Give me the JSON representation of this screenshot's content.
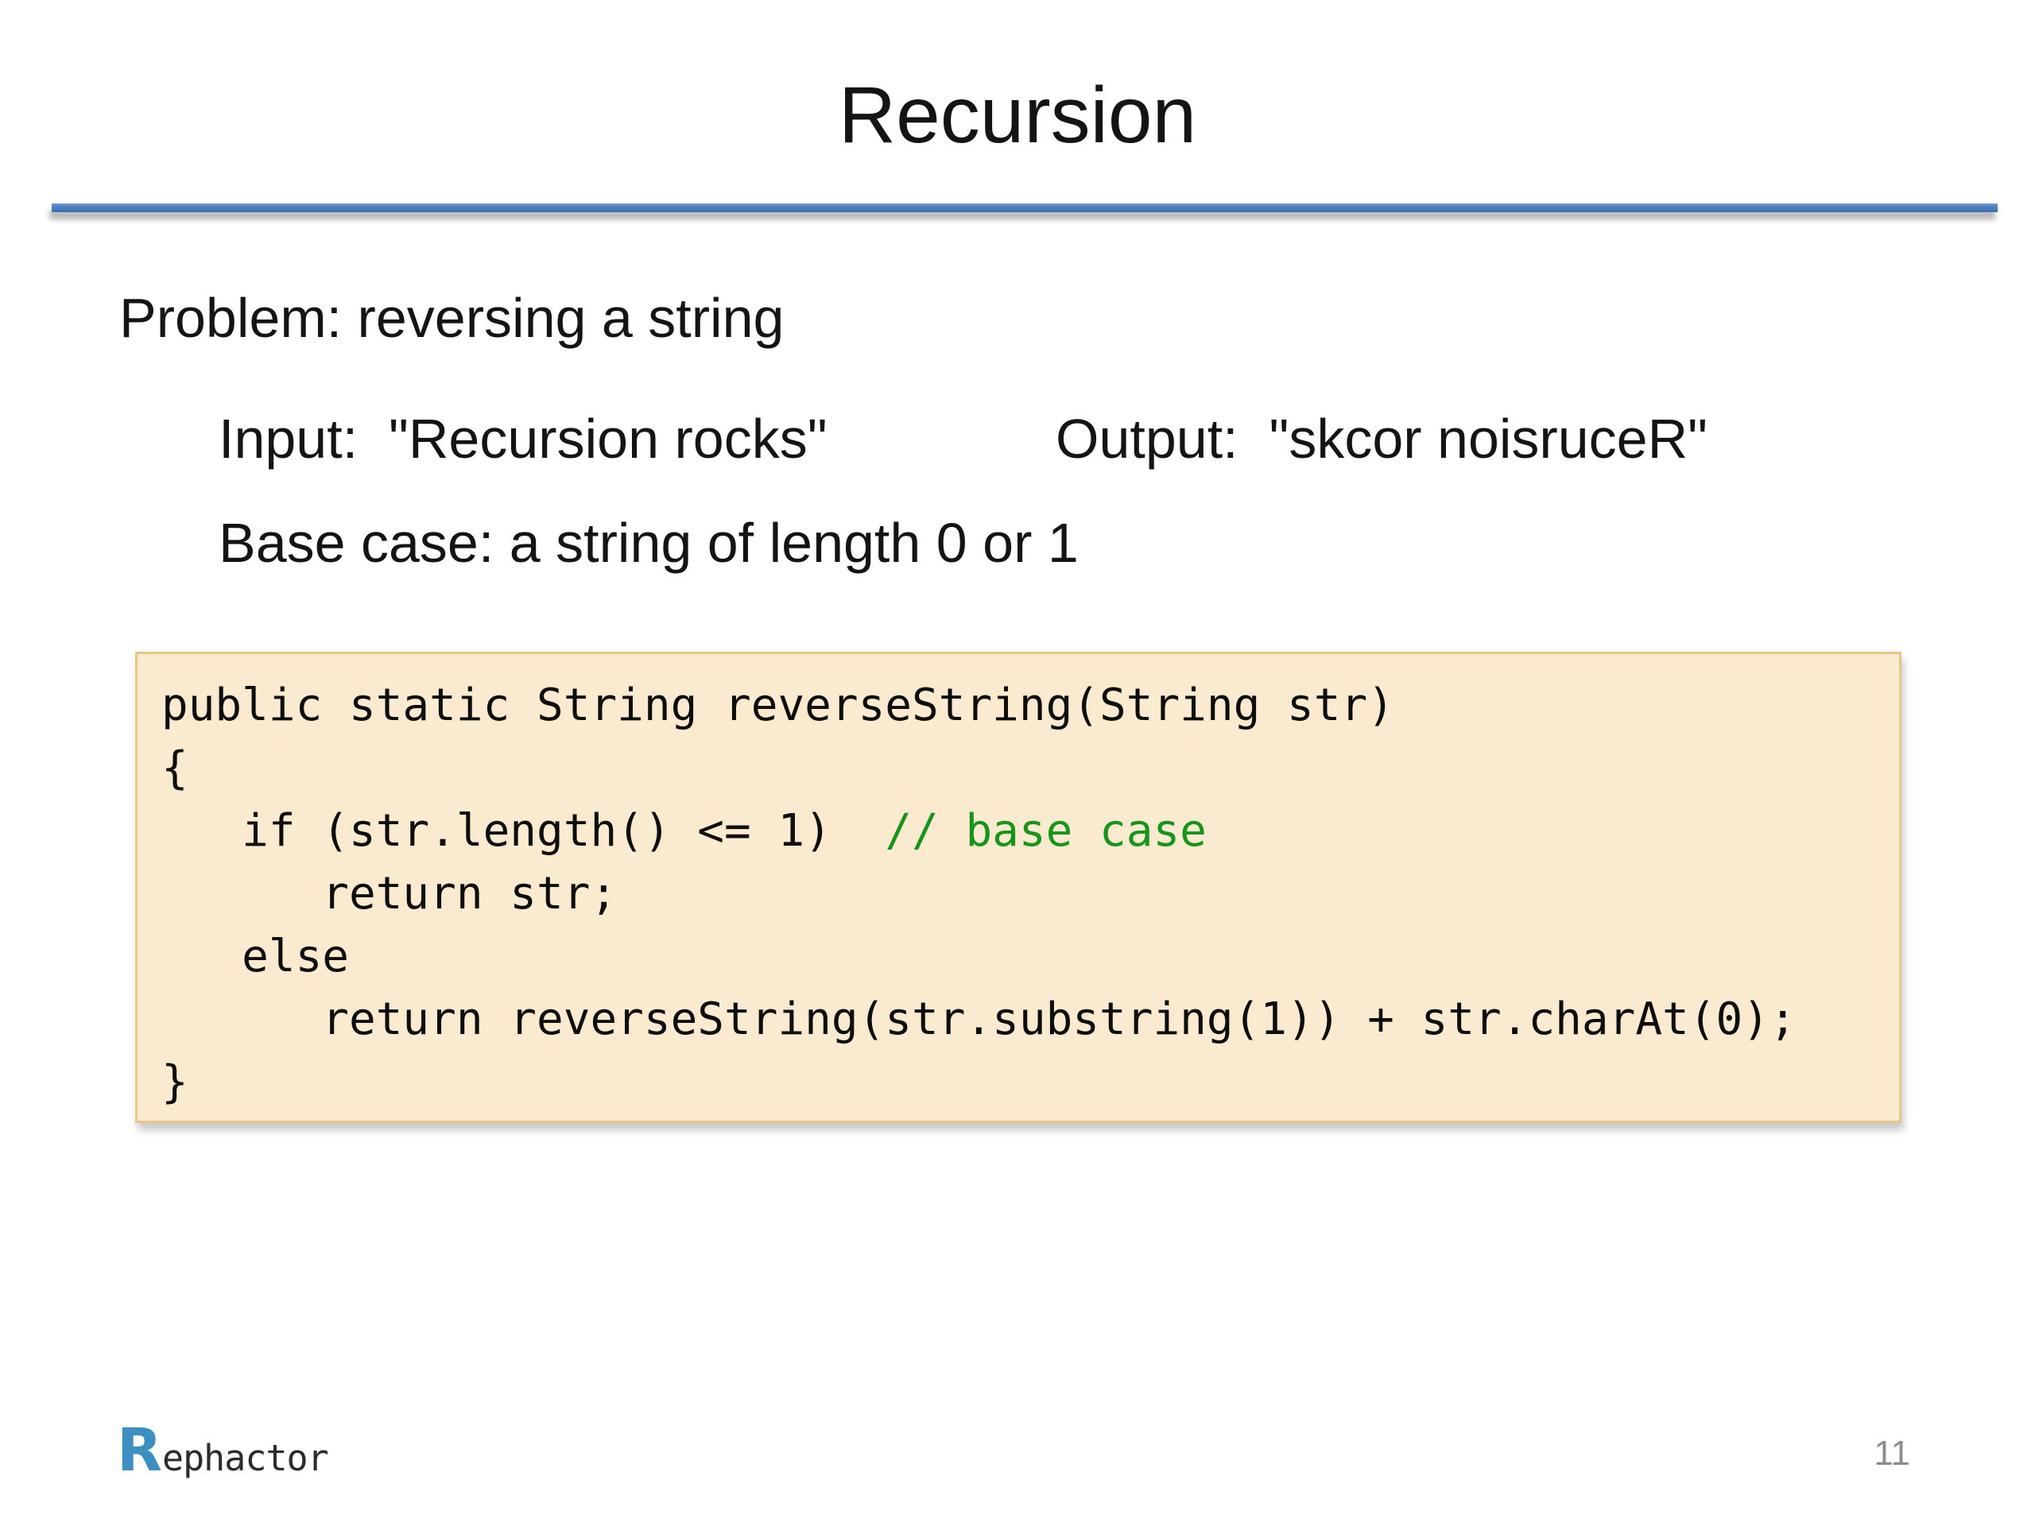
{
  "title": "Recursion",
  "problem_text": "Problem: reversing a string",
  "io": {
    "input": "Input:  \"Recursion rocks\"",
    "output": "Output:  \"skcor noisruceR\""
  },
  "base_case_text": "Base case: a string of length 0 or 1",
  "code": {
    "lines": [
      {
        "code": "public static String reverseString(String str)"
      },
      {
        "code": "{"
      },
      {
        "code": "   if (str.length() <= 1)  ",
        "comment": "// base case"
      },
      {
        "code": "      return str;"
      },
      {
        "code": "   else"
      },
      {
        "code": "      return reverseString(str.substring(1)) + str.charAt(0);"
      },
      {
        "code": "}"
      }
    ]
  },
  "footer": {
    "logo_initial": "R",
    "logo_rest": "ephactor",
    "page_number": "11"
  },
  "colors": {
    "accent_line": "#4a7ec1",
    "code_box_bg": "#faebd0",
    "code_box_border": "#e9c687",
    "code_comment_green": "#18941a",
    "logo_blue": "#3d8ec1",
    "page_number_gray": "#8c8c8c"
  }
}
